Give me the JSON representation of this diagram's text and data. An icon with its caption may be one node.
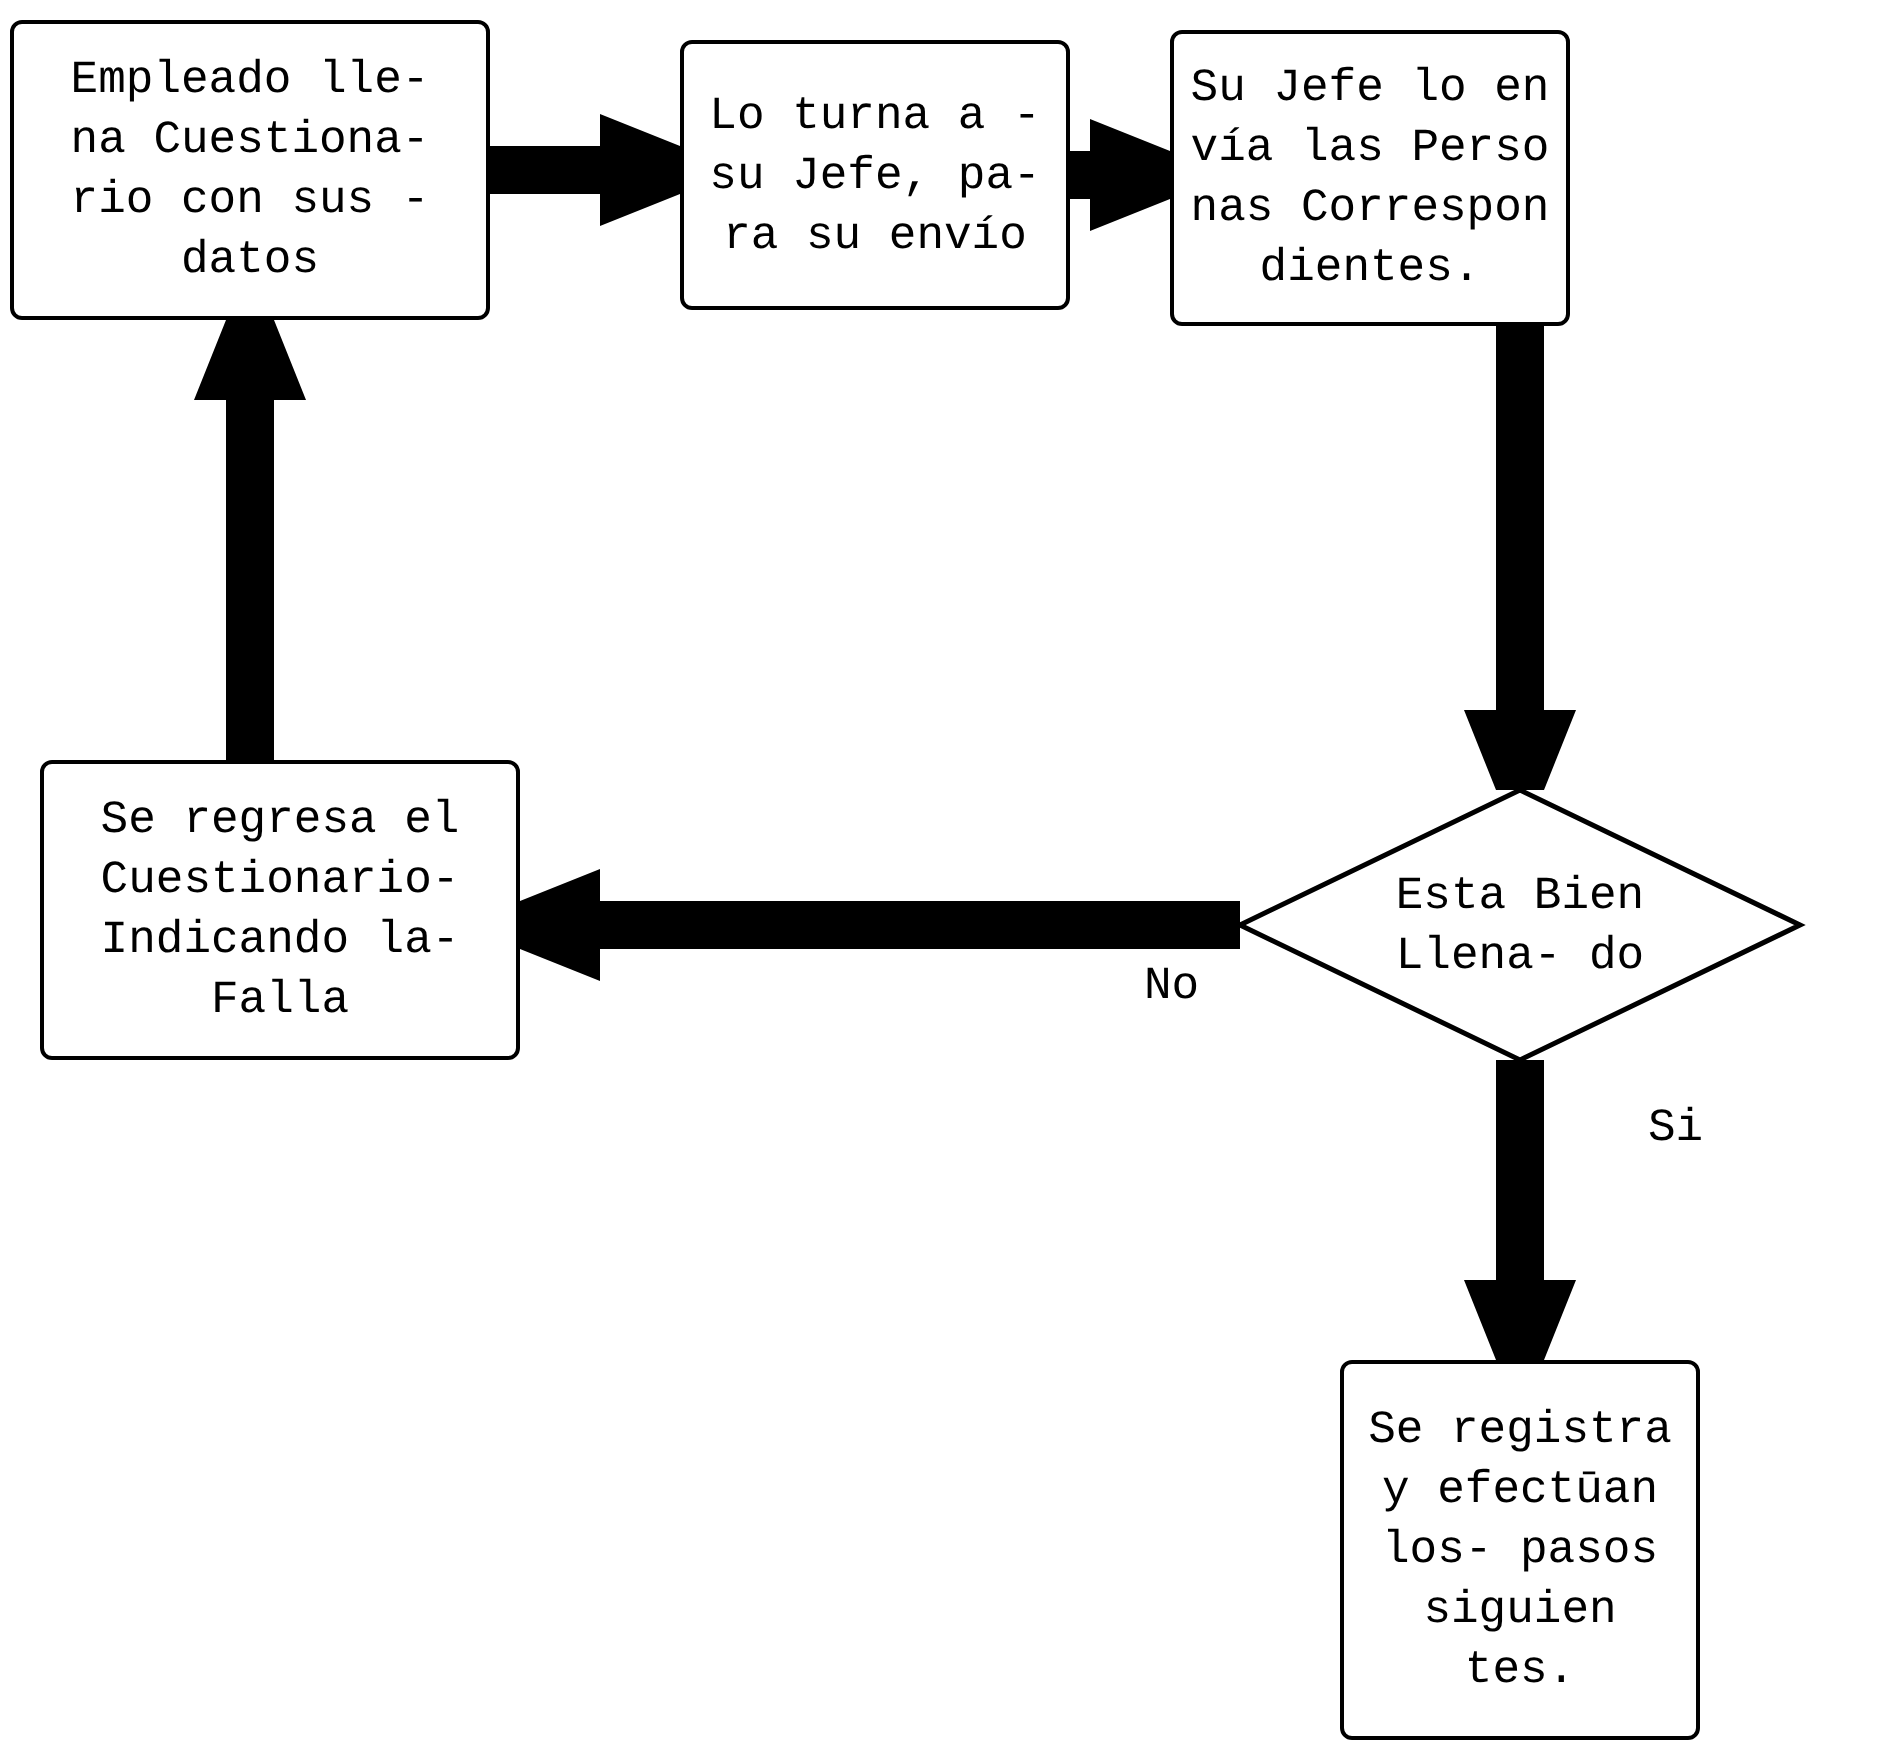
{
  "diagram": {
    "nodes": [
      {
        "text": [
          "Empleado lle- na Cuestiona- rio con sus - datos"
        ]
      },
      {
        "text": [
          "Lo turna a - su Jefe, pa- ra su envío"
        ]
      },
      {
        "text": [
          "Su Jefe lo en vía las Perso nas Correspon dientes."
        ]
      },
      {
        "text": [
          "Esta Bien Llena- do"
        ]
      },
      {
        "text": [
          "Se regresa el Cuestionario- Indicando la- Falla"
        ]
      },
      {
        "text": [
          "Se registra y efectūan los- pasos siguien tes."
        ]
      }
    ],
    "edges": [
      {
        "from": 0,
        "to": 1,
        "arrow": "to"
      },
      {
        "from": 1,
        "to": 2,
        "arrow": "to"
      },
      {
        "from": 2,
        "to": 3,
        "arrow": "to"
      },
      {
        "from": 3,
        "to": 4,
        "arrow": "to",
        "label": "No"
      },
      {
        "from": 4,
        "to": 0,
        "arrow": "to"
      },
      {
        "from": 3,
        "to": 5,
        "arrow": "to",
        "label": "Si"
      }
    ]
  }
}
